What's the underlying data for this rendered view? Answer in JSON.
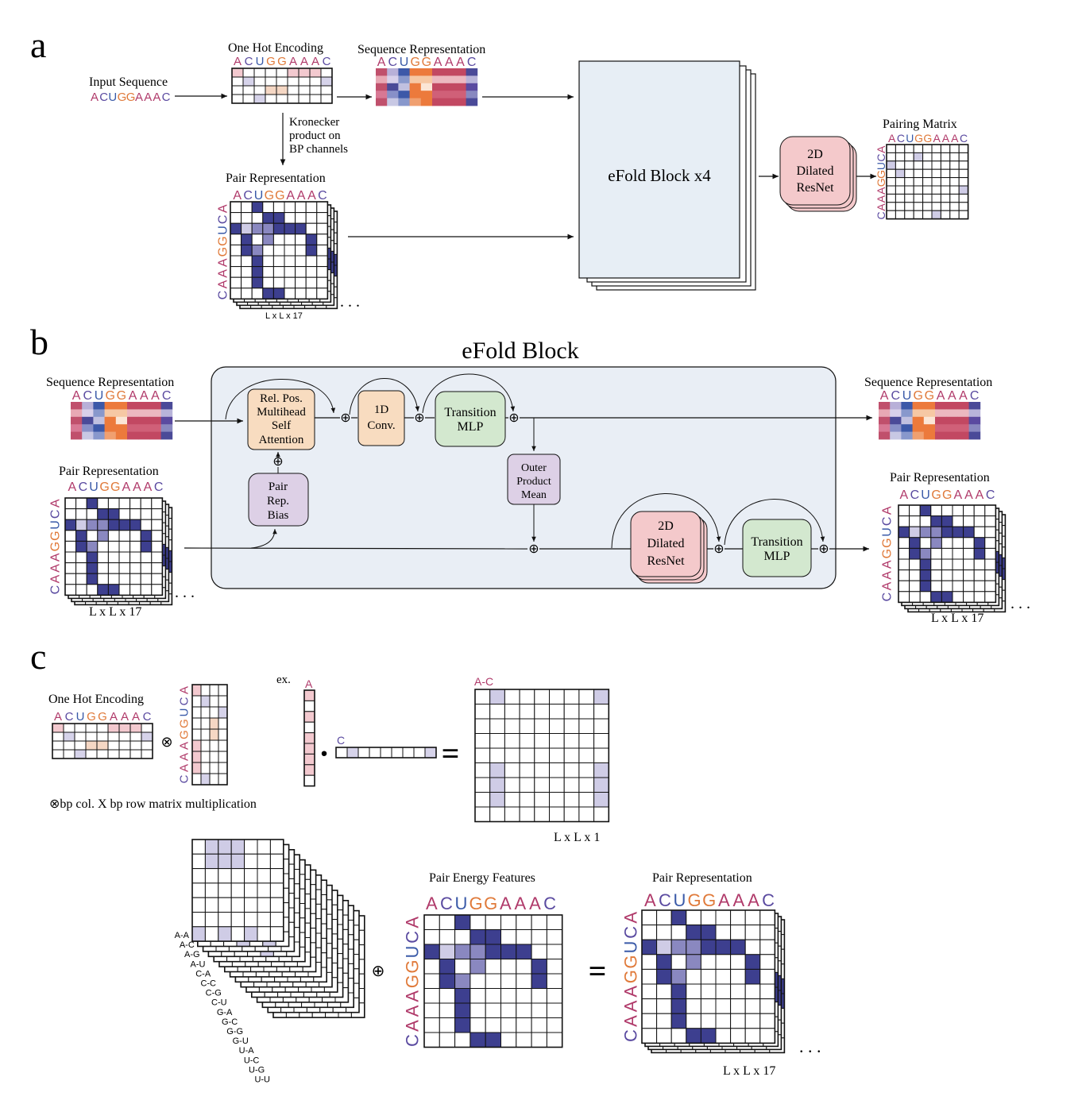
{
  "colors": {
    "A": "#b03a6a",
    "C": "#5a4aa0",
    "U": "#3a5aa8",
    "G": "#e07a3a",
    "pair_dark": "#3d3f8f",
    "pair_mid": "#8a88c0",
    "pair_light": "#cfcce6",
    "onehot_pink": "#f3c9cf",
    "onehot_lav": "#d6d3ea",
    "onehot_peach": "#f5d7c4",
    "panel_bg": "#e9eef5",
    "attn_box": "#f8dcc0",
    "conv_box": "#f8dcc0",
    "mlp_box": "#d3e8cf",
    "purple_box": "#ddd0e6",
    "resnet_box": "#f4c9cb",
    "efold_big_box": "#e7eef5"
  },
  "sequence": {
    "letters": [
      "A",
      "C",
      "U",
      "G",
      "G",
      "A",
      "A",
      "A",
      "C"
    ],
    "reverse_letters": [
      "C",
      "A",
      "A",
      "A",
      "G",
      "G",
      "U",
      "C",
      "A"
    ],
    "input_text": "ACUGGAAAC"
  },
  "panel_a": {
    "letter": "a",
    "input_label": "Input Sequence",
    "onehot_label": "One Hot Encoding",
    "seqrep_label": "Sequence Representation",
    "kron_line1": "Kronecker",
    "kron_line2": "product on",
    "kron_line3": "BP channels",
    "pairrep_label": "Pair Representation",
    "dims": "L x L x 17",
    "efold_label": "eFold Block x4",
    "resnet_line1": "2D",
    "resnet_line2": "Dilated",
    "resnet_line3": "ResNet",
    "pairing_label": "Pairing Matrix",
    "ellipsis": ". . ."
  },
  "panel_b": {
    "letter": "b",
    "title": "eFold Block",
    "seqrep_in": "Sequence Representation",
    "pairrep_in": "Pair Representation",
    "seqrep_out": "Sequence Representation",
    "pairrep_out": "Pair Representation",
    "dims_in": "L x L x 17",
    "dims_out": "L x L x 17",
    "attn_line1": "Rel. Pos.",
    "attn_line2": "Multihead",
    "attn_line3": "Self",
    "attn_line4": "Attention",
    "conv_line1": "1D",
    "conv_line2": "Conv.",
    "mlp_line1": "Transition",
    "mlp_line2": "MLP",
    "opm_line1": "Outer",
    "opm_line2": "Product",
    "opm_line3": "Mean",
    "bias_line1": "Pair",
    "bias_line2": "Rep.",
    "bias_line3": "Bias",
    "resnet_line1": "2D",
    "resnet_line2": "Dilated",
    "resnet_line3": "ResNet",
    "mlp2_line1": "Transition",
    "mlp2_line2": "MLP",
    "ellipsis": ". . ."
  },
  "panel_c": {
    "letter": "c",
    "onehot_label": "One Hot Encoding",
    "otimes": "⊗",
    "note": "⊗bp col. X bp row matrix multiplication",
    "ex_label": "ex.",
    "ex_a": "A",
    "ex_c": "C",
    "dot": "·",
    "equals": "=",
    "ac_label": "A-C",
    "dims1": "L x L x 1",
    "pair_channels": [
      "A-A",
      "A-C",
      "A-G",
      "A-U",
      "C-A",
      "C-C",
      "C-G",
      "C-U",
      "G-A",
      "G-C",
      "G-G",
      "G-U",
      "U-A",
      "U-C",
      "U-G",
      "U-U"
    ],
    "oplus": "⊕",
    "energy_label": "Pair Energy Features",
    "pairrep_label": "Pair Representation",
    "dims17": "L x L x 17",
    "ellipsis": ". . ."
  }
}
